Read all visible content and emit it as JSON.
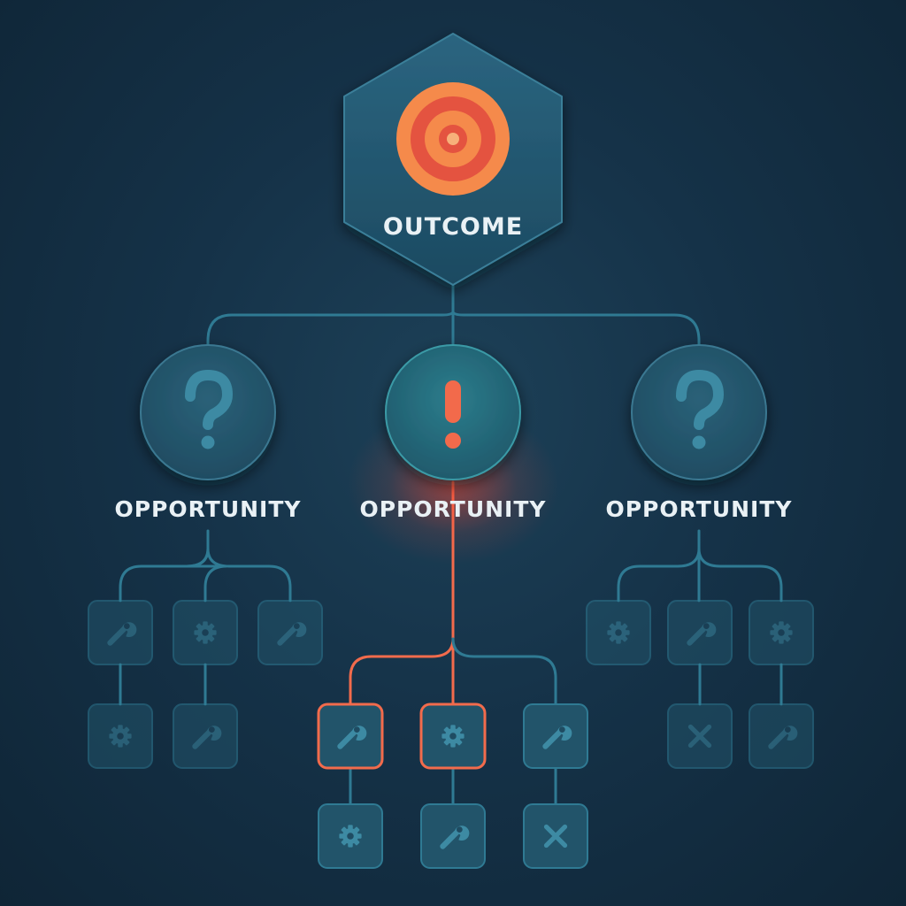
{
  "colors": {
    "background": "#153248",
    "node_fill": "#23566c",
    "connector": "#2f7a93",
    "highlight": "#f26b4c",
    "target_outer": "#f58a4b",
    "target_inner": "#e4533f",
    "label": "#e9f1f5"
  },
  "outcome": {
    "label": "OUTCOME",
    "icon": "target-icon"
  },
  "opportunities": [
    {
      "label": "OPPORTUNITY",
      "icon": "question-mark-icon",
      "highlighted": false
    },
    {
      "label": "OPPORTUNITY",
      "icon": "exclamation-mark-icon",
      "highlighted": true
    },
    {
      "label": "OPPORTUNITY",
      "icon": "question-mark-icon",
      "highlighted": false
    }
  ],
  "solutions": [
    {
      "group": 0,
      "row": 0,
      "col": 0,
      "icon": "wrench-icon",
      "highlighted": false
    },
    {
      "group": 0,
      "row": 0,
      "col": 1,
      "icon": "gear-icon",
      "highlighted": false
    },
    {
      "group": 0,
      "row": 0,
      "col": 2,
      "icon": "wrench-icon",
      "highlighted": false
    },
    {
      "group": 0,
      "row": 1,
      "col": 0,
      "icon": "gear-icon",
      "highlighted": false
    },
    {
      "group": 0,
      "row": 1,
      "col": 1,
      "icon": "wrench-icon",
      "highlighted": false
    },
    {
      "group": 1,
      "row": 0,
      "col": 0,
      "icon": "wrench-icon",
      "highlighted": true
    },
    {
      "group": 1,
      "row": 0,
      "col": 1,
      "icon": "gear-icon",
      "highlighted": true
    },
    {
      "group": 1,
      "row": 0,
      "col": 2,
      "icon": "wrench-icon",
      "highlighted": false
    },
    {
      "group": 1,
      "row": 1,
      "col": 0,
      "icon": "gear-icon",
      "highlighted": false
    },
    {
      "group": 1,
      "row": 1,
      "col": 1,
      "icon": "wrench-icon",
      "highlighted": false
    },
    {
      "group": 1,
      "row": 1,
      "col": 2,
      "icon": "cross-tools-icon",
      "highlighted": false
    },
    {
      "group": 2,
      "row": 0,
      "col": 0,
      "icon": "gear-icon",
      "highlighted": false
    },
    {
      "group": 2,
      "row": 0,
      "col": 1,
      "icon": "wrench-icon",
      "highlighted": false
    },
    {
      "group": 2,
      "row": 0,
      "col": 2,
      "icon": "gear-icon",
      "highlighted": false
    },
    {
      "group": 2,
      "row": 1,
      "col": 1,
      "icon": "cross-tools-icon",
      "highlighted": false
    },
    {
      "group": 2,
      "row": 1,
      "col": 2,
      "icon": "wrench-icon",
      "highlighted": false
    }
  ]
}
